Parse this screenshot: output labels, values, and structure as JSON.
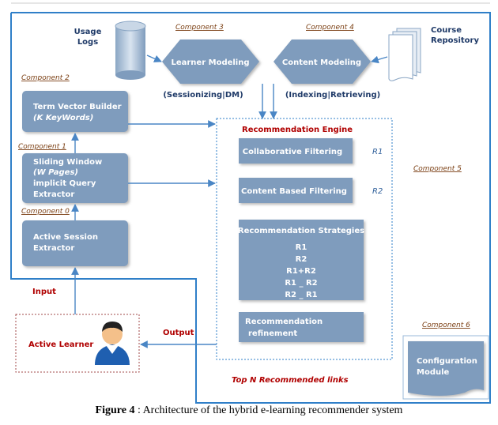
{
  "components": {
    "c0": "Component 0",
    "c1": "Component 1",
    "c2": "Component 2",
    "c3": "Component 3",
    "c4": "Component 4",
    "c5": "Component 5",
    "c6": "Component 6"
  },
  "usage_logs": [
    "Usage",
    "Logs"
  ],
  "course_repository": [
    "Course",
    "Repository"
  ],
  "learner_modeling": "Learner Modeling",
  "content_modeling": "Content Modeling",
  "sessionizing": "(Sessionizing|DM)",
  "indexing": "(Indexing|Retrieving)",
  "term_vector": [
    "Term Vector Builder",
    "(K KeyWords)"
  ],
  "sliding_window": [
    "Sliding Window",
    "(W Pages)",
    "implicit Query",
    "Extractor"
  ],
  "active_session": [
    "Active Session",
    "Extractor"
  ],
  "input_label": "Input",
  "output_label": "Output",
  "active_learner": "Active  Learner",
  "engine": {
    "title": "Recommendation Engine",
    "collaborative": "Collaborative  Filtering",
    "r1": "R1",
    "content_based": "Content Based Filtering",
    "r2": "R2",
    "strategies_title": "Recommendation  Strategies",
    "strategies": [
      "R1",
      "R2",
      "R1+R2",
      "R1 _ R2",
      "R2 _ R1"
    ],
    "refinement": [
      "Recommendation",
      "refinement"
    ],
    "top_n": "Top N Recommended  links"
  },
  "configuration_module": [
    "Configuration",
    "Module"
  ],
  "caption": {
    "label": "Figure 4",
    "text": " : Architecture of the hybrid e-learning recommender system"
  },
  "colors": {
    "box_fill": "#7f9cbd",
    "box_text": "#ffffff",
    "border_blue": "#2f7fc8",
    "arrow_blue": "#4a86c5",
    "component_label": "#7a3e12",
    "dark_blue_text": "#1f3a68",
    "red_text": "#b00000"
  }
}
